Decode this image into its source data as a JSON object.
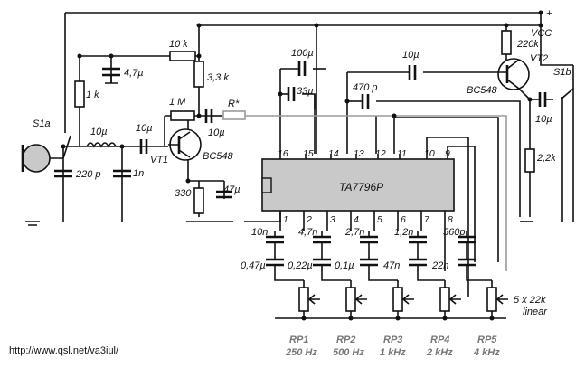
{
  "chip": {
    "name": "TA7796P",
    "top_pins": [
      "16",
      "15",
      "14",
      "13",
      "12",
      "11",
      "10",
      "9"
    ],
    "bottom_pins": [
      "1",
      "2",
      "3",
      "4",
      "5",
      "6",
      "7",
      "8"
    ]
  },
  "supply": {
    "label": "VCC",
    "plus": "+"
  },
  "resistors": {
    "r10k": "10 k",
    "r1k": "1 k",
    "r3_3k": "3,3 k",
    "r1m": "1 M",
    "rstar": "R*",
    "r330": "330",
    "r220k": "220k",
    "r2_2k": "2,2k"
  },
  "capacitors": {
    "c4_7u": "4,7µ",
    "c10u_l": "10µ",
    "c220p": "220 p",
    "c1n": "1n",
    "c10u_in": "10µ",
    "c10u_c": "10µ",
    "c47u": "47µ",
    "c100u": "100µ",
    "c33u": "33µ",
    "c470p": "470 p",
    "c10u_t": "10µ",
    "c10u_r": "10µ"
  },
  "transistors": {
    "vt1": "VT1",
    "vt1_type": "BC548",
    "vt2": "VT2",
    "vt2_type": "BC548"
  },
  "switches": {
    "s1a": "S1a",
    "s1b": "S1b"
  },
  "filter_caps_top": [
    "10n",
    "4,7n",
    "2,7n",
    "1,2n",
    "560p"
  ],
  "filter_caps_bottom": [
    "0,47µ",
    "0,22µ",
    "0,1µ",
    "47n",
    "22n"
  ],
  "pots": [
    {
      "name": "RP1",
      "freq": "250 Hz"
    },
    {
      "name": "RP2",
      "freq": "500 Hz"
    },
    {
      "name": "RP3",
      "freq": "1 kHz"
    },
    {
      "name": "RP4",
      "freq": "2 kHz"
    },
    {
      "name": "RP5",
      "freq": "4 kHz"
    }
  ],
  "pot_note": {
    "line1": "5 x 22k",
    "line2": "linear"
  },
  "url": "http://www.qsl.net/va3iul/"
}
